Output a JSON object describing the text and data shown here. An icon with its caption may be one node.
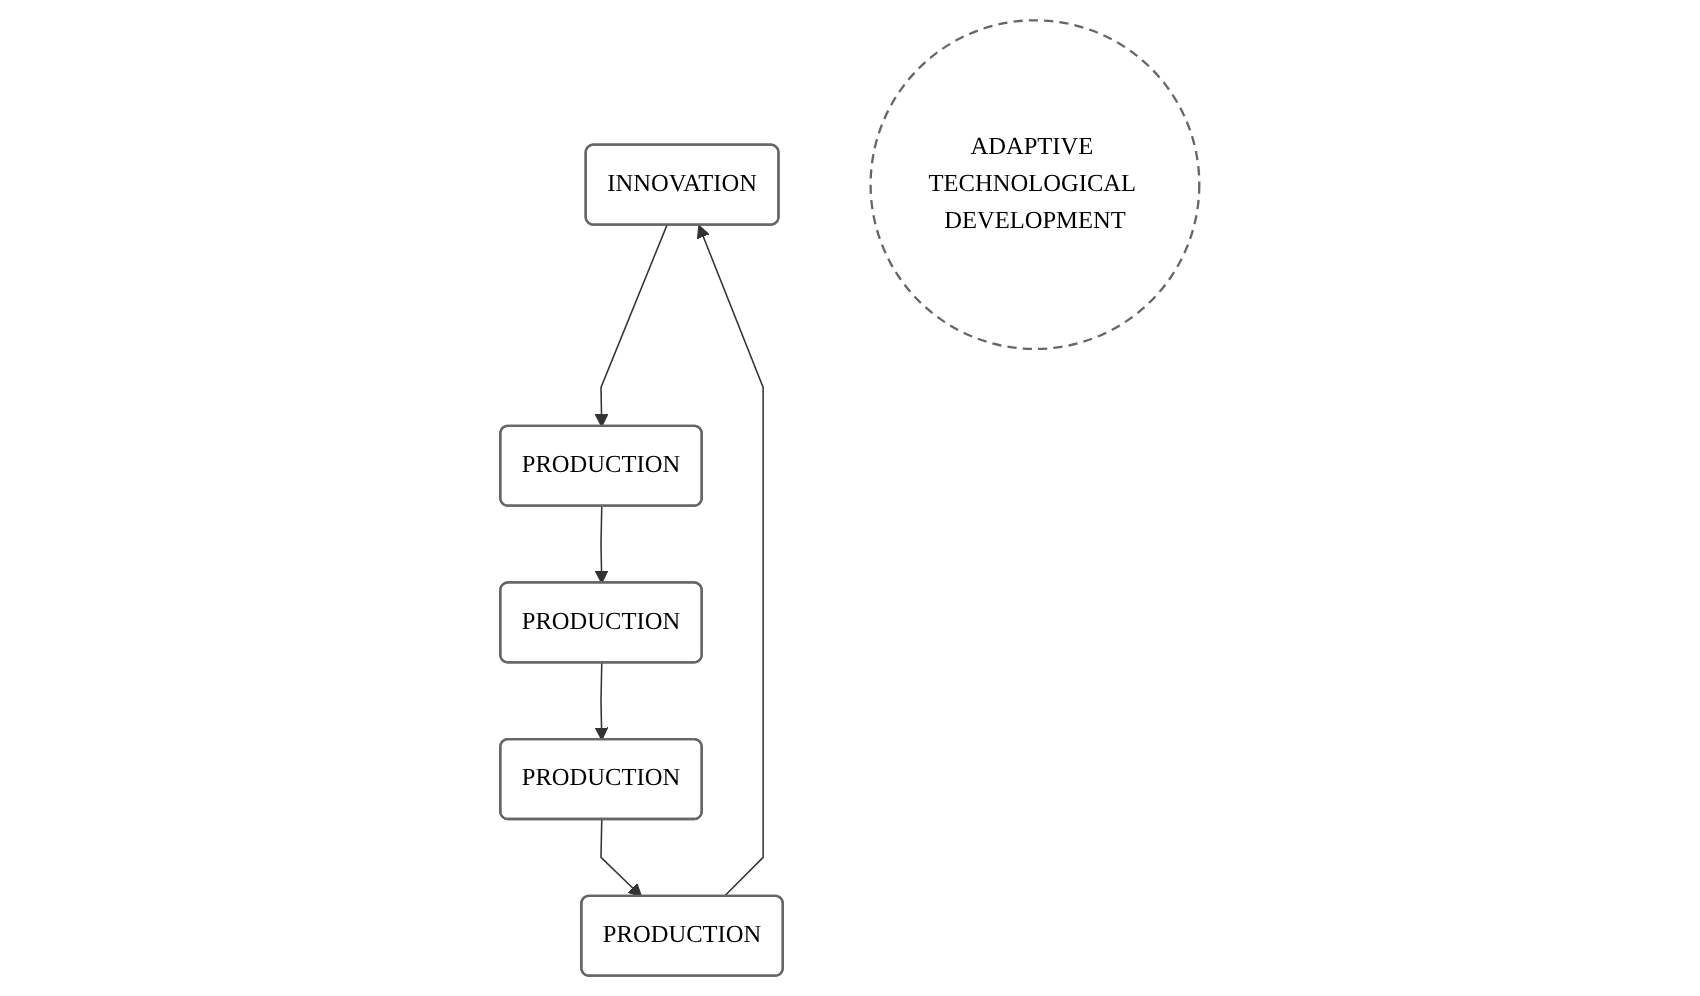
{
  "diagram": {
    "nodes": [
      {
        "text": [
          "INNOVATION"
        ]
      },
      {
        "text": [
          "PRODUCTION"
        ]
      },
      {
        "text": [
          "ADAPTIVE TECHNOLOGICAL DEVELOPMENT"
        ]
      },
      {
        "text": [
          "PRODUCTION"
        ]
      },
      {
        "text": [
          "PRODUCTION"
        ]
      },
      {
        "text": [
          "PRODUCTION"
        ]
      }
    ],
    "edges": [
      {
        "from": 0,
        "to": 3,
        "arrow": "to"
      },
      {
        "from": 3,
        "to": 5,
        "arrow": "to"
      },
      {
        "from": 5,
        "to": 4,
        "arrow": "to"
      },
      {
        "from": 4,
        "to": 1,
        "arrow": "to"
      },
      {
        "from": 1,
        "to": 0,
        "arrow": "to"
      }
    ]
  }
}
